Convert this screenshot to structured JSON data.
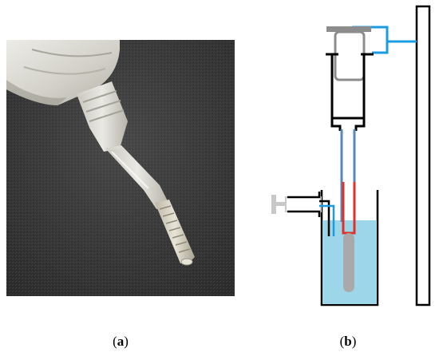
{
  "panel_a": {
    "caption_open": "(",
    "caption_letter": "a",
    "caption_close": ")",
    "photo_subject": "syringe-nozzle-photo"
  },
  "panel_b": {
    "caption_open": "(",
    "caption_letter": "b",
    "caption_close": ")",
    "colors": {
      "outline": "#000000",
      "blue_tube": "#1a9de0",
      "steel_blue_tube": "#5a87b8",
      "red_tube": "#e0302a",
      "liquid": "#9dd6e8",
      "rod": "#a9a9a9",
      "plunger": "#8c8c8c",
      "syringe_gray": "#c8c8c8"
    }
  }
}
